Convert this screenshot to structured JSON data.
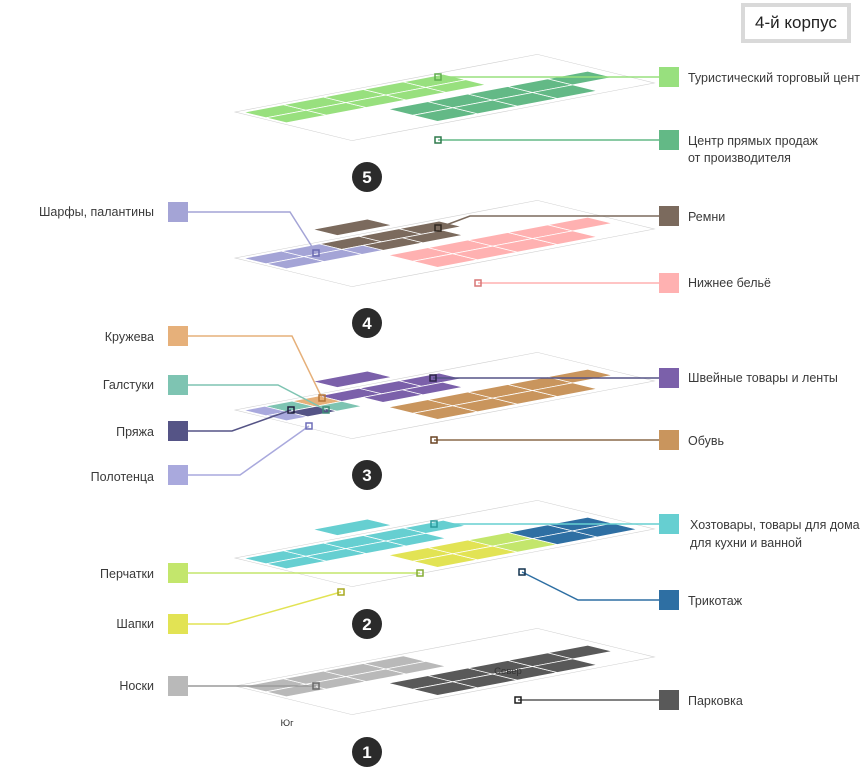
{
  "building_title": "4-й корпус",
  "floors": [
    {
      "number": "1",
      "direction_labels": {
        "north": "Север",
        "south": "Юг"
      },
      "categories": [
        {
          "id": "socks",
          "label": "Носки",
          "color": "#b9b9b9",
          "side": "left"
        },
        {
          "id": "parking",
          "label": "Парковка",
          "color": "#595959",
          "side": "right"
        }
      ]
    },
    {
      "number": "2",
      "categories": [
        {
          "id": "household",
          "label_line1": "Хозтовары, товары для дома,",
          "label_line2": "для кухни и ванной",
          "color": "#66cfd1",
          "side": "right"
        },
        {
          "id": "gloves",
          "label": "Перчатки",
          "color": "#c3e66c",
          "side": "left"
        },
        {
          "id": "knitwear",
          "label": "Трикотаж",
          "color": "#2e6fa3",
          "side": "right"
        },
        {
          "id": "hats",
          "label": "Шапки",
          "color": "#e2e354",
          "side": "left"
        }
      ]
    },
    {
      "number": "3",
      "categories": [
        {
          "id": "lace",
          "label": "Кружева",
          "color": "#e6b07a",
          "side": "left"
        },
        {
          "id": "ties",
          "label": "Галстуки",
          "color": "#7ec4b2",
          "side": "left"
        },
        {
          "id": "yarn",
          "label": "Пряжа",
          "color": "#555486",
          "side": "left"
        },
        {
          "id": "towels",
          "label": "Полотенца",
          "color": "#a9a9dd",
          "side": "left"
        },
        {
          "id": "sewing",
          "label": "Швейные товары и ленты",
          "color": "#7b60aa",
          "side": "right"
        },
        {
          "id": "shoes",
          "label": "Обувь",
          "color": "#c9955d",
          "side": "right"
        }
      ]
    },
    {
      "number": "4",
      "categories": [
        {
          "id": "scarves",
          "label": "Шарфы, палантины",
          "color": "#a4a4d6",
          "side": "left"
        },
        {
          "id": "belts",
          "label": "Ремни",
          "color": "#7b6a5d",
          "side": "right"
        },
        {
          "id": "underwear",
          "label": "Нижнее бельё",
          "color": "#ffb1b1",
          "side": "right"
        }
      ]
    },
    {
      "number": "5",
      "categories": [
        {
          "id": "tourist",
          "label": "Туристический торговый центр",
          "color": "#98e07e",
          "side": "right"
        },
        {
          "id": "factory",
          "label_line1": "Центр прямых продаж",
          "label_line2": "от производителя",
          "color": "#63b986",
          "side": "right"
        }
      ]
    }
  ]
}
